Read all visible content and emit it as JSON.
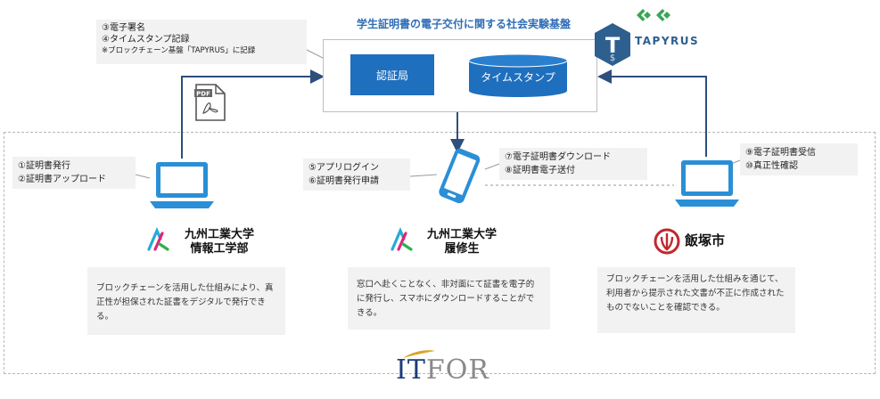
{
  "diagram": {
    "title": "学生証明書の電子交付に関する社会実験基盤",
    "platform": {
      "certificate_authority": "認証局",
      "timestamp": "タイムスタンプ"
    },
    "sign_note": {
      "line1": "③電子署名",
      "line2": "④タイムスタンプ記録",
      "line3": "※ブロックチェーン基盤「TAPYRUS」に記録"
    },
    "university_note": {
      "line1": "①証明書発行",
      "line2": "②証明書アップロード"
    },
    "student_note": {
      "line1": "⑤アプリログイン",
      "line2": "⑥証明書発行申請"
    },
    "download_note": {
      "line1": "⑦電子証明書ダウンロード",
      "line2": "⑧証明書電子送付"
    },
    "city_note": {
      "line1": "⑨電子証明書受信",
      "line2": "⑩真正性確認"
    },
    "orgs": {
      "university_dept_line1": "九州工業大学",
      "university_dept_line2": "情報工学部",
      "student_line1": "九州工業大学",
      "student_line2": "履修生",
      "city": "飯塚市"
    },
    "descriptions": {
      "university": "ブロックチェーンを活用した仕組みにより、真正性が担保された証書をデジタルで発行できる。",
      "student": "窓口へ赴くことなく、非対面にて証書を電子的に発行し、スマホにダウンロードすることができる。",
      "city": "ブロックチェーンを活用した仕組みを通じて、利用者から提示された文書が不正に作成されたものでないことを確認できる。"
    },
    "logos": {
      "tapyrus": "TAPYRUS",
      "itfor_it": "IT",
      "itfor_for": "FOR",
      "pdf_label": "PDF"
    },
    "colors": {
      "primary_blue": "#1f6fbf",
      "device_blue": "#2a8fd6",
      "arrow_navy": "#2c4f7c",
      "note_gray": "#f2f2f2",
      "city_red": "#c0282d",
      "tapyrus_navy": "#2d5f8f",
      "tapyrus_green": "#3aa655",
      "itfor_gold": "#d8a42a"
    },
    "icons": [
      "pdf-document-icon",
      "laptop-icon",
      "smartphone-icon",
      "tapyrus-logo",
      "kyutech-logo",
      "iizuka-emblem",
      "itfor-logo"
    ]
  }
}
